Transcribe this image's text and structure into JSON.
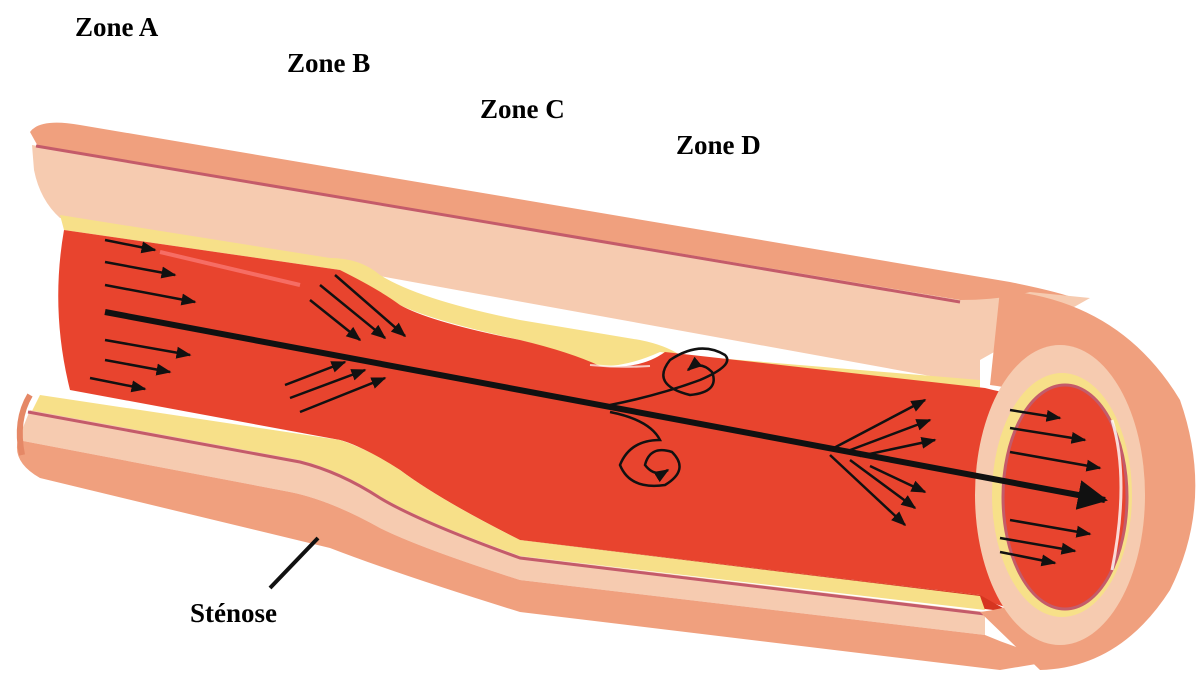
{
  "labels": {
    "zone_a": "Zone A",
    "zone_b": "Zone B",
    "zone_c": "Zone C",
    "zone_d": "Zone D",
    "stenosis": "Sténose"
  },
  "colors": {
    "outer_wall": "#F0A07E",
    "outer_wall_dark": "#E58866",
    "media_layer": "#F6CBB0",
    "intima_line": "#C45B6A",
    "plaque": "#F7E089",
    "lumen": "#E8442E",
    "lumen_dark": "#D63520",
    "arrows": "#111111"
  },
  "icons": {
    "flow_arrow": "arrow-right-icon",
    "vortex": "spiral-icon"
  }
}
